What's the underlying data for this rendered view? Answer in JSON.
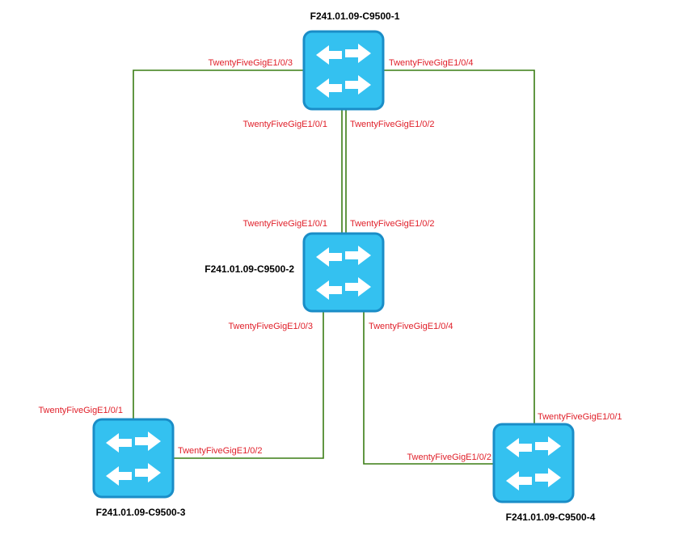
{
  "colors": {
    "link": "#3a7d14",
    "port_label": "#e0202a",
    "switch_fill": "#34c1f0",
    "switch_stroke": "#1a8dc7",
    "arrow": "#ffffff"
  },
  "switch_icon": "network-switch-icon",
  "nodes": [
    {
      "id": "sw1",
      "label": "F241.01.09-C9500-1"
    },
    {
      "id": "sw2",
      "label": "F241.01.09-C9500-2"
    },
    {
      "id": "sw3",
      "label": "F241.01.09-C9500-3"
    },
    {
      "id": "sw4",
      "label": "F241.01.09-C9500-4"
    }
  ],
  "links": [
    {
      "id": "sw1-sw2-a",
      "from": "sw1",
      "to": "sw2",
      "from_port": "TwentyFiveGigE1/0/1",
      "to_port": "TwentyFiveGigE1/0/1"
    },
    {
      "id": "sw1-sw2-b",
      "from": "sw1",
      "to": "sw2",
      "from_port": "TwentyFiveGigE1/0/2",
      "to_port": "TwentyFiveGigE1/0/2"
    },
    {
      "id": "sw1-sw3",
      "from": "sw1",
      "to": "sw3",
      "from_port": "TwentyFiveGigE1/0/3",
      "to_port": "TwentyFiveGigE1/0/1"
    },
    {
      "id": "sw1-sw4",
      "from": "sw1",
      "to": "sw4",
      "from_port": "TwentyFiveGigE1/0/4",
      "to_port": "TwentyFiveGigE1/0/1"
    },
    {
      "id": "sw2-sw3",
      "from": "sw2",
      "to": "sw3",
      "from_port": "TwentyFiveGigE1/0/3",
      "to_port": "TwentyFiveGigE1/0/2"
    },
    {
      "id": "sw2-sw4",
      "from": "sw2",
      "to": "sw4",
      "from_port": "TwentyFiveGigE1/0/4",
      "to_port": "TwentyFiveGigE1/0/2"
    }
  ]
}
